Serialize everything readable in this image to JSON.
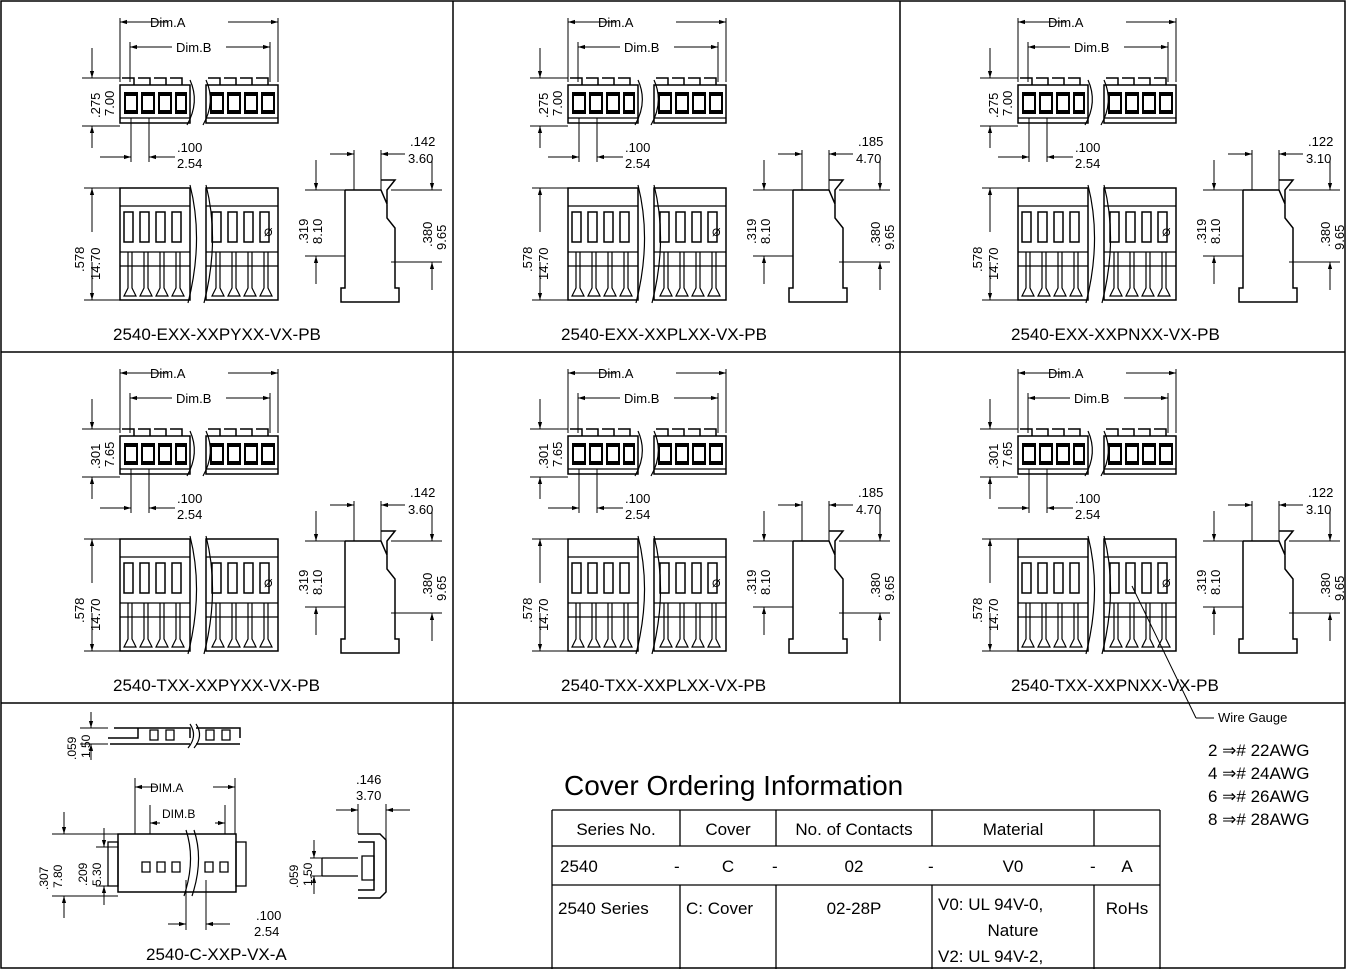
{
  "panels": [
    {
      "name": "2540-EXX-XXPYXX-VX-PB",
      "h_in": ".275",
      "h_mm": "7.00",
      "side_in": ".142",
      "side_mm": "3.60"
    },
    {
      "name": "2540-EXX-XXPLXX-VX-PB",
      "h_in": ".275",
      "h_mm": "7.00",
      "side_in": ".185",
      "side_mm": "4.70"
    },
    {
      "name": "2540-EXX-XXPNXX-VX-PB",
      "h_in": ".275",
      "h_mm": "7.00",
      "side_in": ".122",
      "side_mm": "3.10"
    },
    {
      "name": "2540-TXX-XXPYXX-VX-PB",
      "h_in": ".301",
      "h_mm": "7.65",
      "side_in": ".142",
      "side_mm": "3.60"
    },
    {
      "name": "2540-TXX-XXPLXX-VX-PB",
      "h_in": ".301",
      "h_mm": "7.65",
      "side_in": ".185",
      "side_mm": "4.70"
    },
    {
      "name": "2540-TXX-XXPNXX-VX-PB",
      "h_in": ".301",
      "h_mm": "7.65",
      "side_in": ".122",
      "side_mm": "3.10"
    }
  ],
  "common": {
    "dim_a": "Dim.A",
    "dim_b": "Dim.B",
    "pitch_in": ".100",
    "pitch_mm": "2.54",
    "body_in": ".578",
    "body_mm": "14.70",
    "inner_in": ".319",
    "inner_mm": "8.10",
    "total_in": ".380",
    "total_mm": "9.65"
  },
  "cover": {
    "name": "2540-C-XXP-VX-A",
    "dim_a": "DIM.A",
    "dim_b": "DIM.B",
    "top_in": ".059",
    "top_mm": "1.50",
    "h_in": ".307",
    "h_mm": "7.80",
    "h2_in": ".209",
    "h2_mm": "5.30",
    "pitch_in": ".100",
    "pitch_mm": "2.54",
    "side_in": ".146",
    "side_mm": "3.70",
    "side2_in": ".059",
    "side2_mm": "1.50"
  },
  "wire_gauge": {
    "label": "Wire Gauge",
    "items": [
      "2 ⇒# 22AWG",
      "4 ⇒# 24AWG",
      "6 ⇒# 26AWG",
      "8 ⇒# 28AWG"
    ]
  },
  "ordering": {
    "title": "Cover Ordering Information",
    "headers": [
      "Series No.",
      "Cover",
      "No. of Contacts",
      "Material",
      ""
    ],
    "code": [
      "2540",
      "C",
      "02",
      "V0",
      "A"
    ],
    "sep": "-",
    "row3": [
      "2540 Series",
      "C: Cover",
      "02-28P",
      "V0: UL 94V-0,",
      "Nature",
      "V2: UL 94V-2,",
      "RoHs"
    ]
  }
}
